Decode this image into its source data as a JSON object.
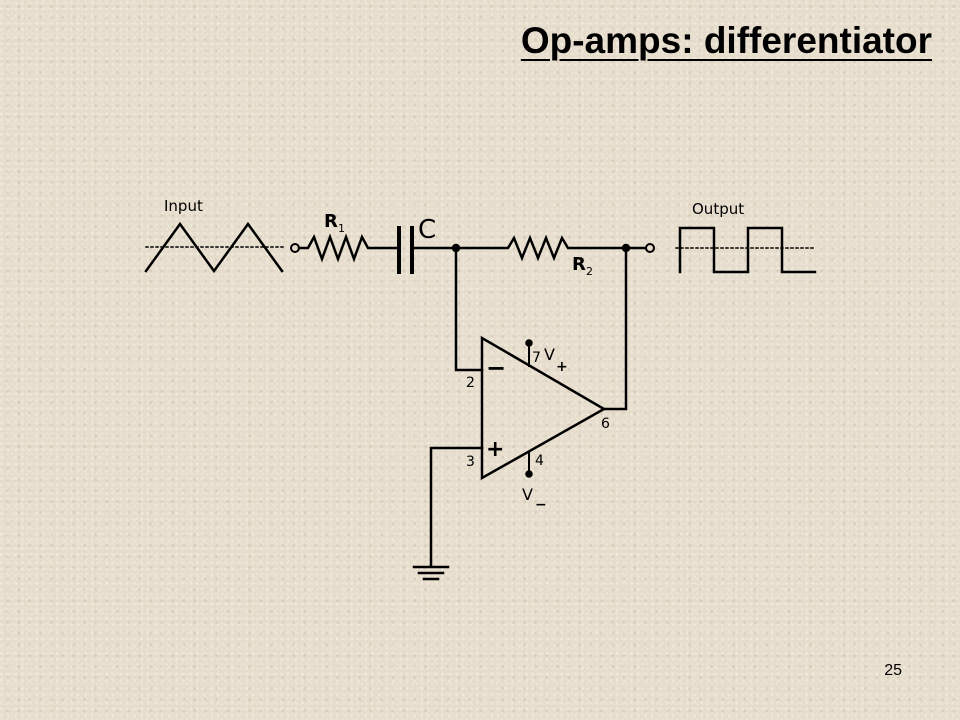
{
  "title": "Op-amps: differentiator",
  "page_number": "25",
  "diagram": {
    "input_label": "Input",
    "output_label": "Output",
    "r1_label": "R",
    "r1_sub": "1",
    "r2_label": "R",
    "r2_sub": "2",
    "cap_label": "C",
    "pin_inverting": "2",
    "pin_noninverting": "3",
    "pin_output": "6",
    "pin_vplus": "7",
    "pin_vminus": "4",
    "vplus_label": "V",
    "vplus_sub": "+",
    "vminus_label": "V",
    "vminus_sub": "−",
    "minus_sign": "−",
    "plus_sign": "+"
  }
}
